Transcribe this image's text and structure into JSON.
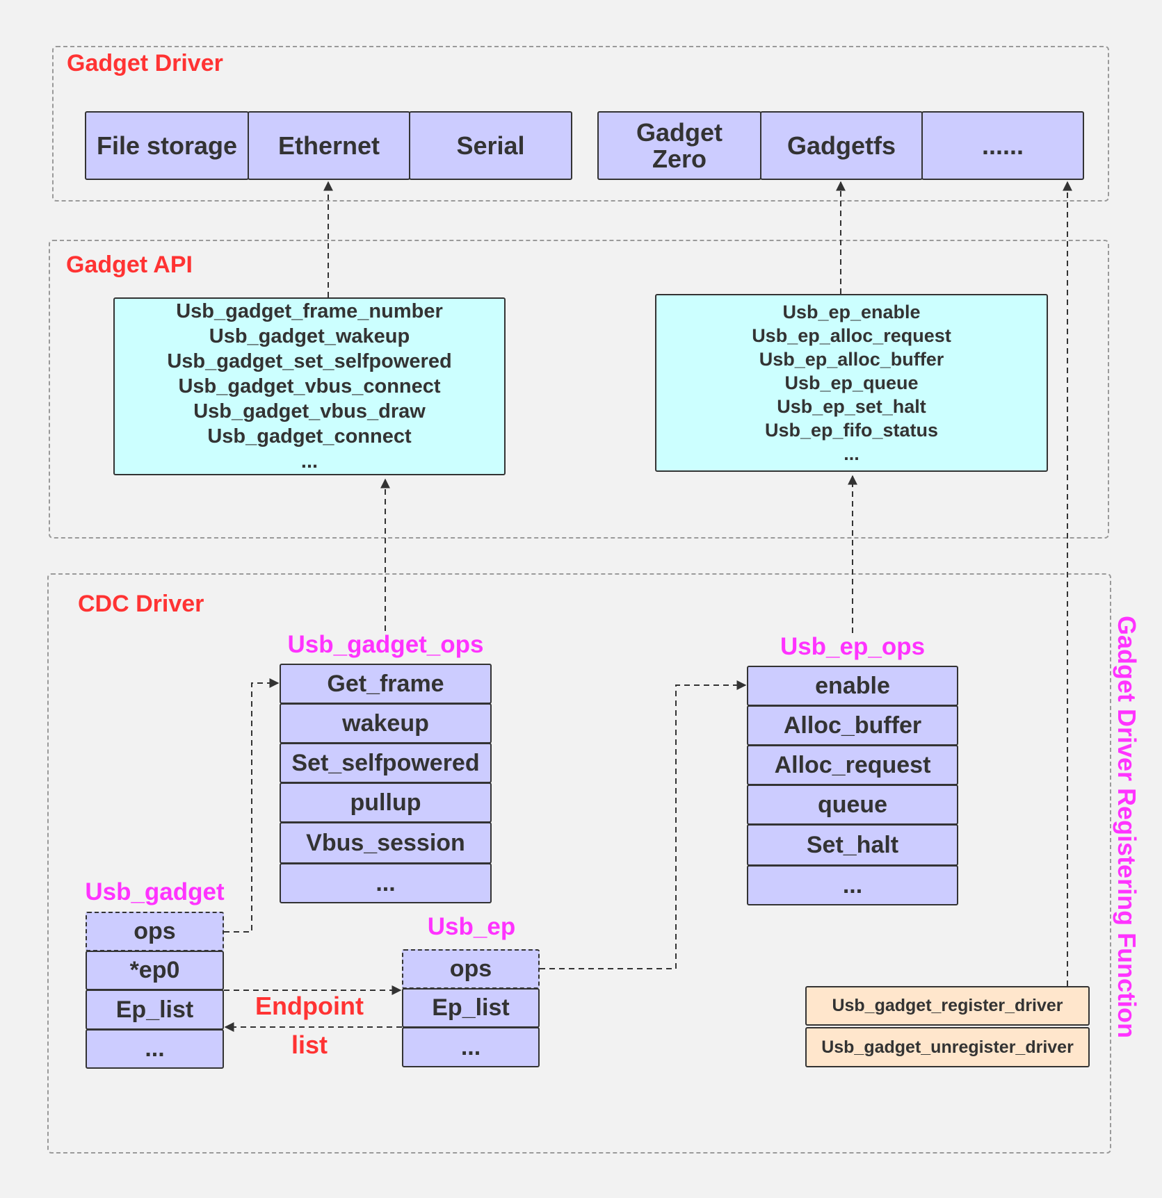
{
  "sections": {
    "gadget_driver": "Gadget Driver",
    "gadget_api": "Gadget API",
    "cdc_driver": "CDC Driver"
  },
  "gadget_drivers": [
    "File storage",
    "Ethernet",
    "Serial",
    "Gadget Zero",
    "Gadgetfs",
    "......"
  ],
  "gadget_api_functions": [
    "Usb_gadget_frame_number",
    "Usb_gadget_wakeup",
    "Usb_gadget_set_selfpowered",
    "Usb_gadget_vbus_connect",
    "Usb_gadget_vbus_draw",
    "Usb_gadget_connect",
    "..."
  ],
  "ep_api_functions": [
    "Usb_ep_enable",
    "Usb_ep_alloc_request",
    "Usb_ep_alloc_buffer",
    "Usb_ep_queue",
    "Usb_ep_set_halt",
    "Usb_ep_fifo_status",
    "..."
  ],
  "usb_gadget_ops": {
    "title": "Usb_gadget_ops",
    "fields": [
      "Get_frame",
      "wakeup",
      "Set_selfpowered",
      "pullup",
      "Vbus_session",
      "..."
    ]
  },
  "usb_ep_ops": {
    "title": "Usb_ep_ops",
    "fields": [
      "enable",
      "Alloc_buffer",
      "Alloc_request",
      "queue",
      "Set_halt",
      "..."
    ]
  },
  "usb_gadget": {
    "title": "Usb_gadget",
    "fields": [
      "ops",
      "*ep0",
      "Ep_list",
      "..."
    ]
  },
  "usb_ep": {
    "title": "Usb_ep",
    "fields": [
      "ops",
      "Ep_list",
      "..."
    ]
  },
  "endpoint_list_label": [
    "Endpoint",
    "list"
  ],
  "register_functions": [
    "Usb_gadget_register_driver",
    "Usb_gadget_unregister_driver"
  ],
  "side_title": "Gadget Driver Registering Function",
  "colors": {
    "background": "#f2f2f2",
    "section_title": "#ff3333",
    "struct_title": "#ff33ff",
    "struct_fill": "#ccccff",
    "api_fill": "#ccffff",
    "register_fill": "#ffe6cc"
  }
}
